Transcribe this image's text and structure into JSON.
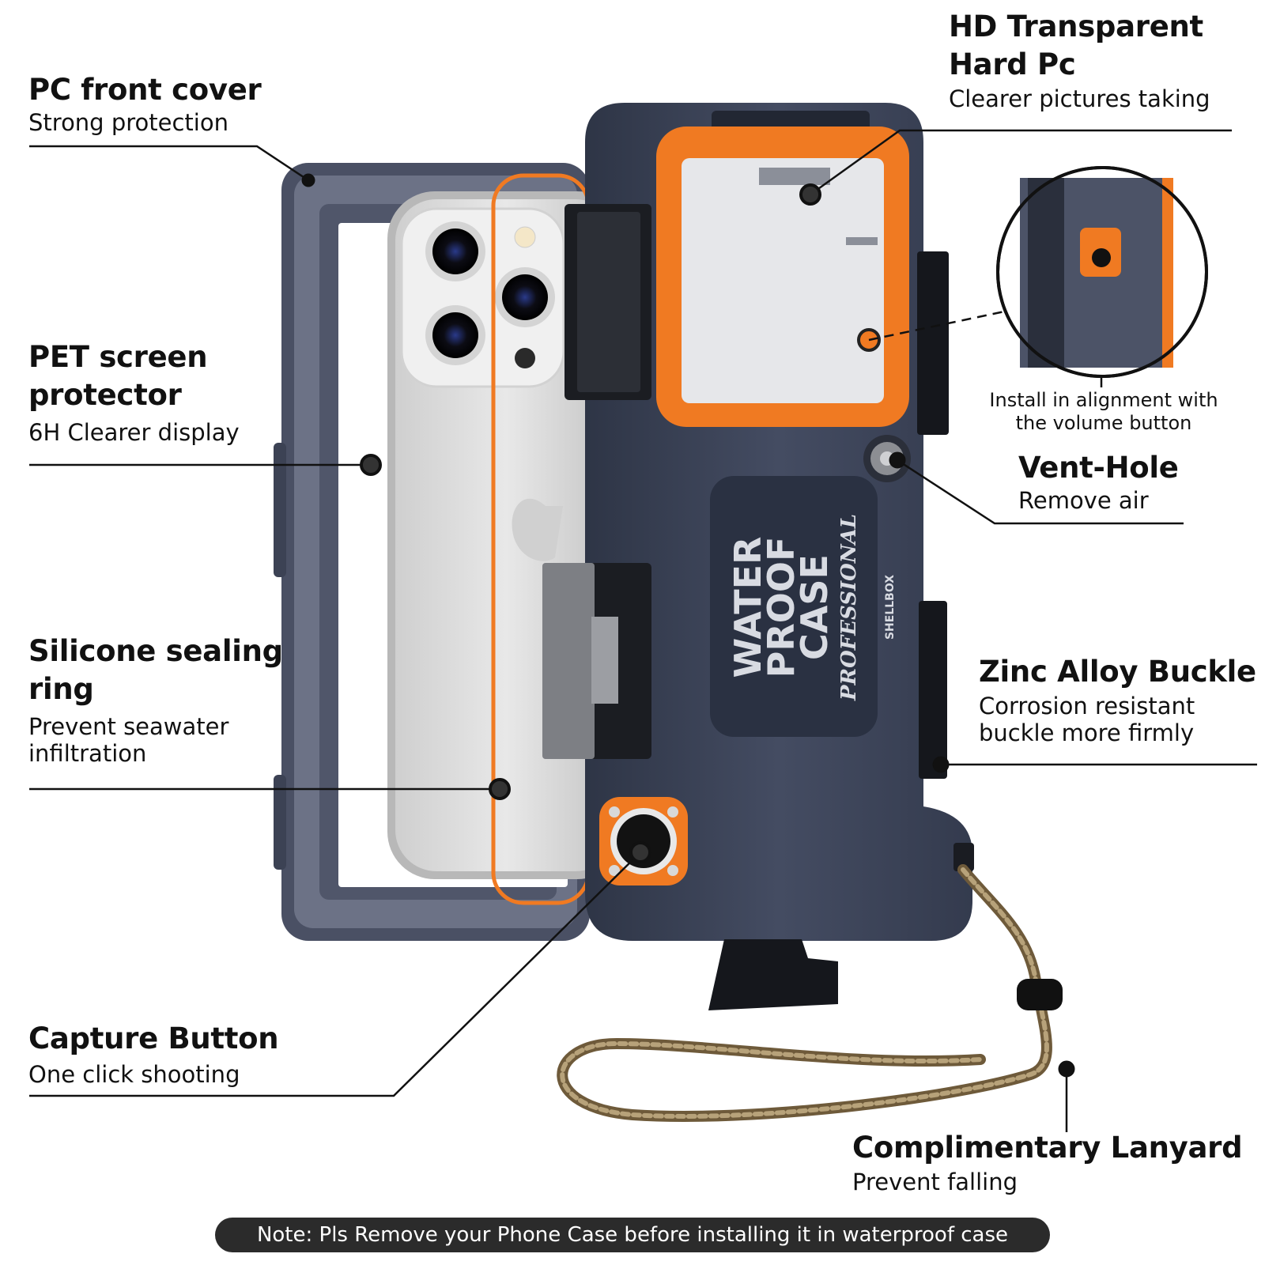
{
  "callouts": {
    "pc_front_cover": {
      "title": "PC front cover",
      "subtitle": "Strong protection"
    },
    "pet_screen": {
      "title_line1": "PET screen",
      "title_line2": "protector",
      "subtitle": "6H Clearer display"
    },
    "silicone_ring": {
      "title_line1": "Silicone sealing",
      "title_line2": "ring",
      "subtitle_line1": "Prevent seawater",
      "subtitle_line2": "infiltration"
    },
    "capture_button": {
      "title": "Capture Button",
      "subtitle": "One click shooting"
    },
    "hd_pc": {
      "title_line1": "HD Transparent",
      "title_line2": "Hard Pc",
      "subtitle": "Clearer pictures taking"
    },
    "install_note": {
      "line1": "Install in alignment with",
      "line2": "the volume button"
    },
    "vent_hole": {
      "title": "Vent-Hole",
      "subtitle": "Remove air"
    },
    "zinc_buckle": {
      "title": "Zinc Alloy Buckle",
      "subtitle_line1": "Corrosion resistant",
      "subtitle_line2": "buckle more firmly"
    },
    "lanyard": {
      "title": "Complimentary Lanyard",
      "subtitle": "Prevent falling"
    }
  },
  "case_print": {
    "word1": "WATER",
    "word2": "PROOF",
    "word3": "CASE",
    "word4": "PROFESSIONAL",
    "brand": "SHELLBOX"
  },
  "note": "Note: Pls Remove your Phone Case before installing it in waterproof case",
  "colors": {
    "case_body": "#3b4357",
    "accent_orange": "#f07a22",
    "phone_silver": "#dcdcdc",
    "line": "#111111",
    "note_bg": "#2b2b2b"
  }
}
